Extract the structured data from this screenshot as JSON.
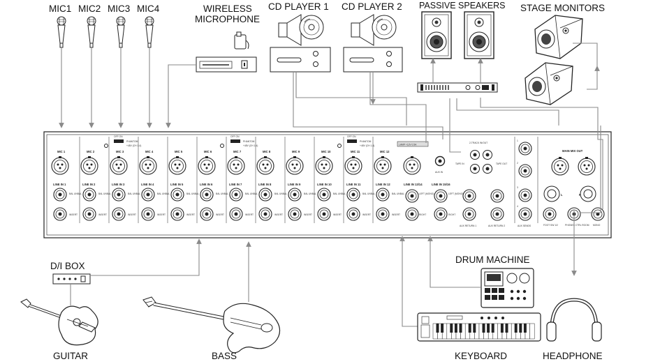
{
  "labels": {
    "mic1": "MIC1",
    "mic2": "MIC2",
    "mic3": "MIC3",
    "mic4": "MIC4",
    "wireless_line1": "WIRELESS",
    "wireless_line2": "MICROPHONE",
    "cd1": "CD PLAYER 1",
    "cd2": "CD PLAYER 2",
    "passive": "PASSIVE SPEAKERS",
    "monitors": "STAGE MONITORS",
    "di_box": "D/I BOX",
    "guitar": "GUITAR",
    "bass": "BASS",
    "drum_machine": "DRUM MACHINE",
    "keyboard": "KEYBOARD",
    "headphone": "HEADPHONE"
  },
  "mixer": {
    "channels": [
      "MIC 1",
      "MIC 2",
      "MIC 3",
      "MIC 4",
      "MIC 5",
      "MIC 6",
      "MIC 7",
      "MIC 8",
      "MIC 9",
      "MIC 10",
      "MIC 11",
      "MIC 12"
    ],
    "line_ins": [
      "LINE IN 1",
      "LINE IN 2",
      "LINE IN 3",
      "LINE IN 4",
      "LINE IN 5",
      "LINE IN 6",
      "LINE IN 7",
      "LINE IN 8",
      "LINE IN 9",
      "LINE IN 10",
      "LINE IN 11",
      "LINE IN 12"
    ],
    "line_in_1314": "LINE IN 13/14",
    "line_in_1516": "LINE IN 15/16",
    "lamp": "LAMP +12V 0.5A",
    "phantom": "PHANTOM",
    "phantom_sub": "+48V (CH 1-4)",
    "off_on": "OFF  ON",
    "two_track": "2-TRACK IN/OUT",
    "tape_in": "TAPE IN",
    "tape_out": "TAPE OUT",
    "aux_in": "AUX IN",
    "main_mix_out": "MAIN MIX OUT",
    "l": "L",
    "r": "R",
    "aux_return1": "AUX RETURN 1",
    "aux_return2": "AUX RETURN 2",
    "aux_sends": "AUX SENDS",
    "foot_sw": "FOOT SW 1/2",
    "phones": "PHONES CTRL ROOM",
    "mono": "MONO",
    "left_mono": "LEFT (MONO)",
    "right": "RIGHT",
    "insert": "INSERT",
    "bal_unbal": "BAL UNBAL",
    "aux_numbers": [
      "1",
      "2",
      "3",
      "4"
    ]
  }
}
